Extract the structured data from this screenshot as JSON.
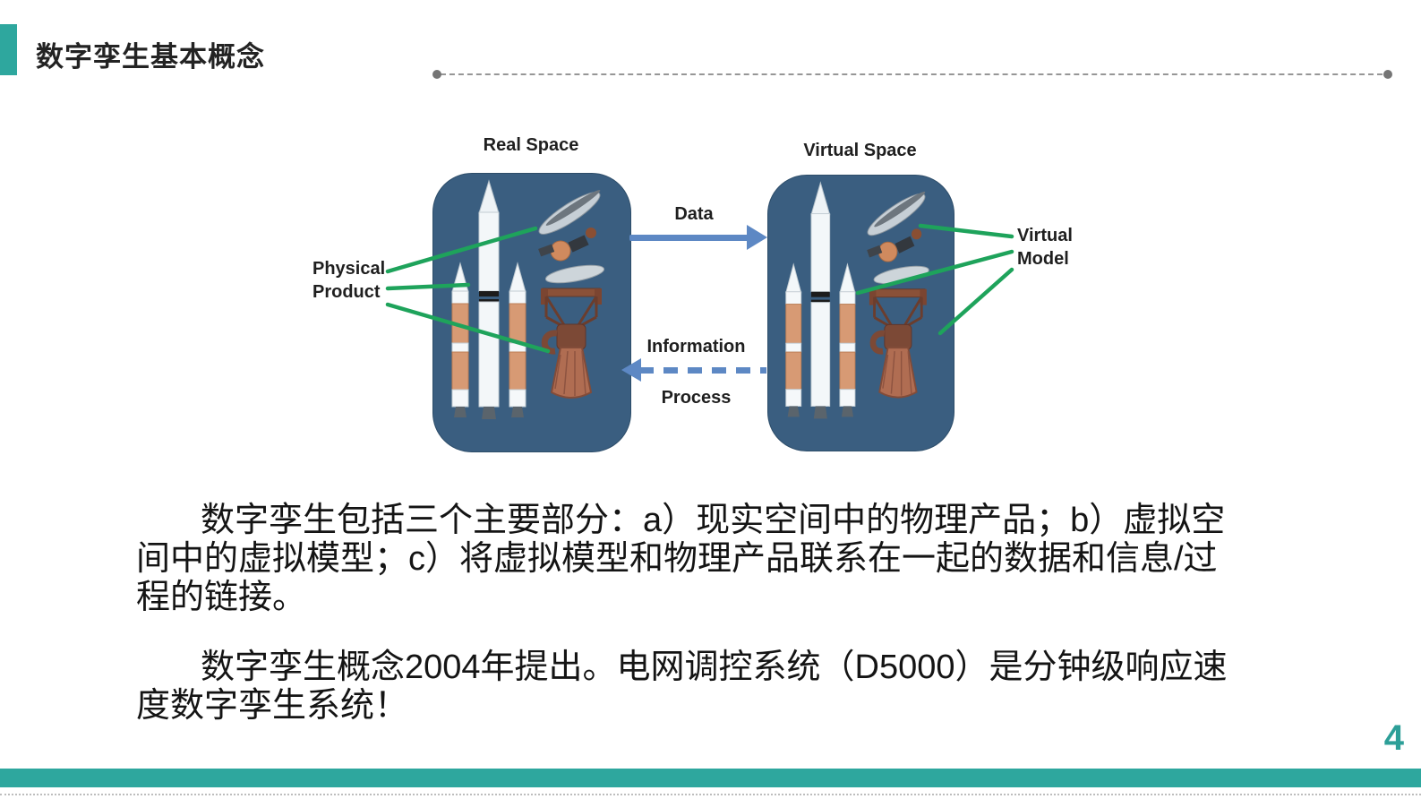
{
  "slide": {
    "title": "数字孪生基本概念",
    "page_number": "4",
    "accent_color": "#2ea79e",
    "box_color": "#3a5e80",
    "connector_color": "#1ea35b",
    "arrow_color": "#5d88c4"
  },
  "diagram": {
    "real_space_label": "Real Space",
    "virtual_space_label": "Virtual Space",
    "physical_product_line1": "Physical",
    "physical_product_line2": "Product",
    "virtual_model_line1": "Virtual",
    "virtual_model_line2": "Model",
    "data_arrow_label": "Data",
    "information_arrow_label": "Information",
    "process_arrow_label": "Process"
  },
  "body": {
    "paragraph1_lines": [
      "数字孪生包括三个主要部分：a）现实空间中的物理产品；b）虚拟空",
      "间中的虚拟模型；c）将虚拟模型和物理产品联系在一起的数据和信息/过",
      "程的链接。"
    ],
    "paragraph2_lines": [
      "数字孪生概念2004年提出。电网调控系统（D5000）是分钟级响应速",
      "度数字孪生系统！"
    ]
  }
}
